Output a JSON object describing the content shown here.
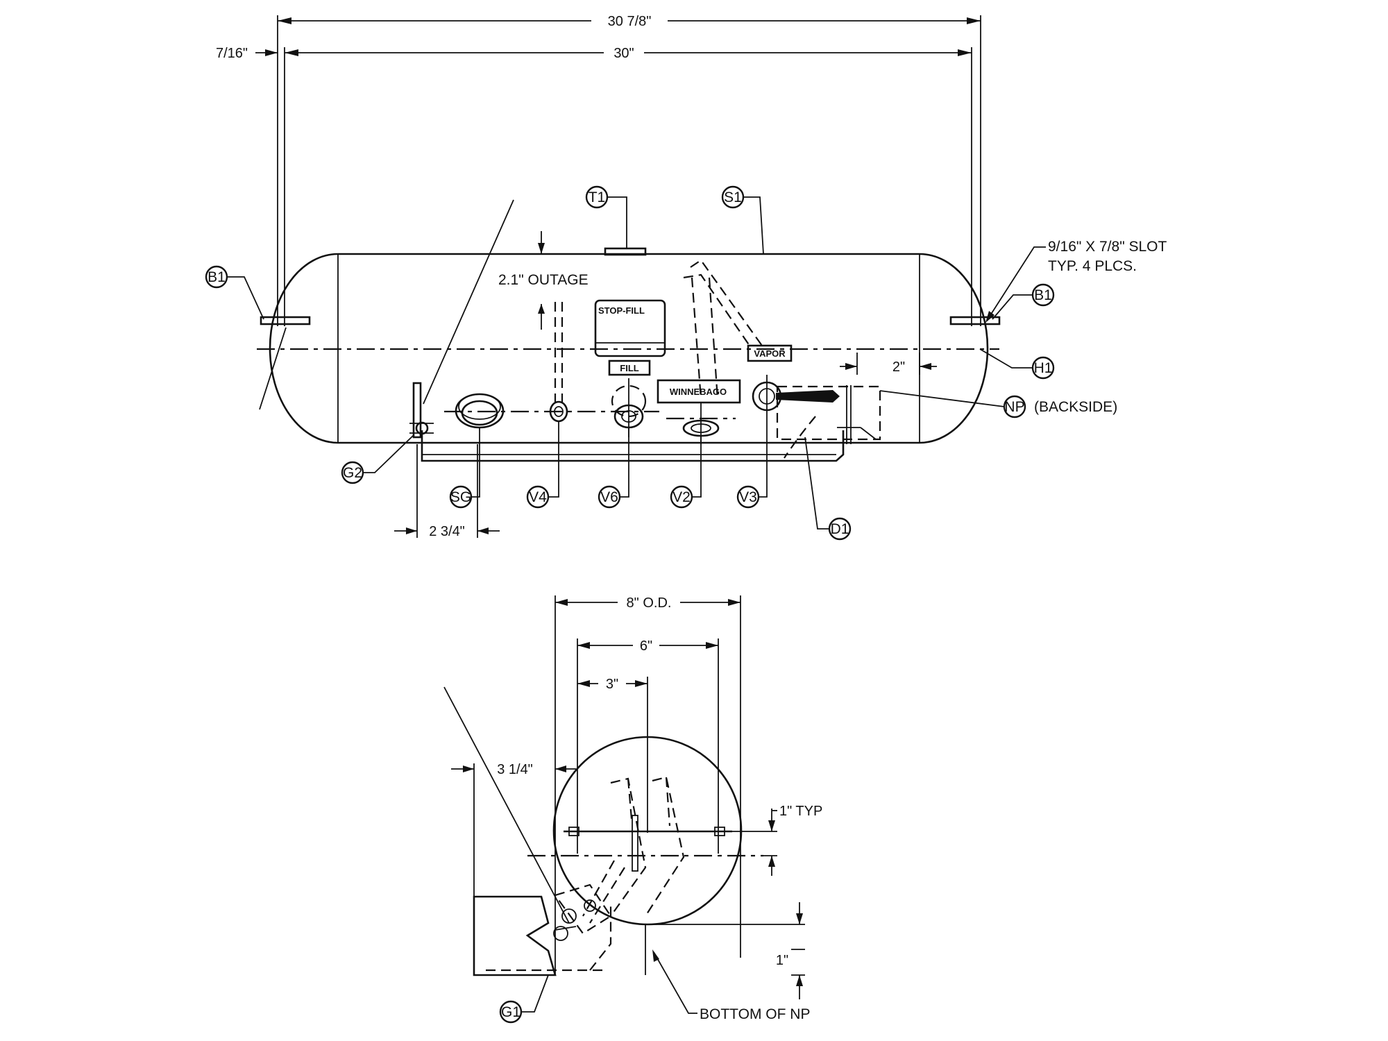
{
  "side_view": {
    "dims": {
      "overall_length": "30 7/8\"",
      "tank_length": "30\"",
      "end_offset": "7/16\"",
      "outage": "2.1\" OUTAGE",
      "bracket_offset": "2\"",
      "gauge_spacing": "2 3/4\""
    },
    "notes": {
      "slot_line1": "9/16\" X 7/8\" SLOT",
      "slot_line2": "TYP. 4 PLCS.",
      "nameplate_note": "(BACKSIDE)"
    },
    "labels": {
      "stop_fill": "STOP-FILL",
      "fill": "FILL",
      "winnebago": "WINNEBAGO",
      "vapor": "VAPOR"
    },
    "callouts": {
      "t1": "T1",
      "s1": "S1",
      "b1_left": "B1",
      "b1_right": "B1",
      "h1": "H1",
      "np": "NP",
      "g2": "G2",
      "sg": "SG",
      "v4": "V4",
      "v6": "V6",
      "v2": "V2",
      "v3": "V3",
      "d1": "D1"
    }
  },
  "end_view": {
    "dims": {
      "od": "8\" O.D.",
      "six": "6\"",
      "three": "3\"",
      "offset": "3 1/4\"",
      "typ": "1\" TYP",
      "bottom_gap": "1\""
    },
    "notes": {
      "bottom_np": "BOTTOM OF NP"
    },
    "callouts": {
      "g1": "G1"
    }
  }
}
